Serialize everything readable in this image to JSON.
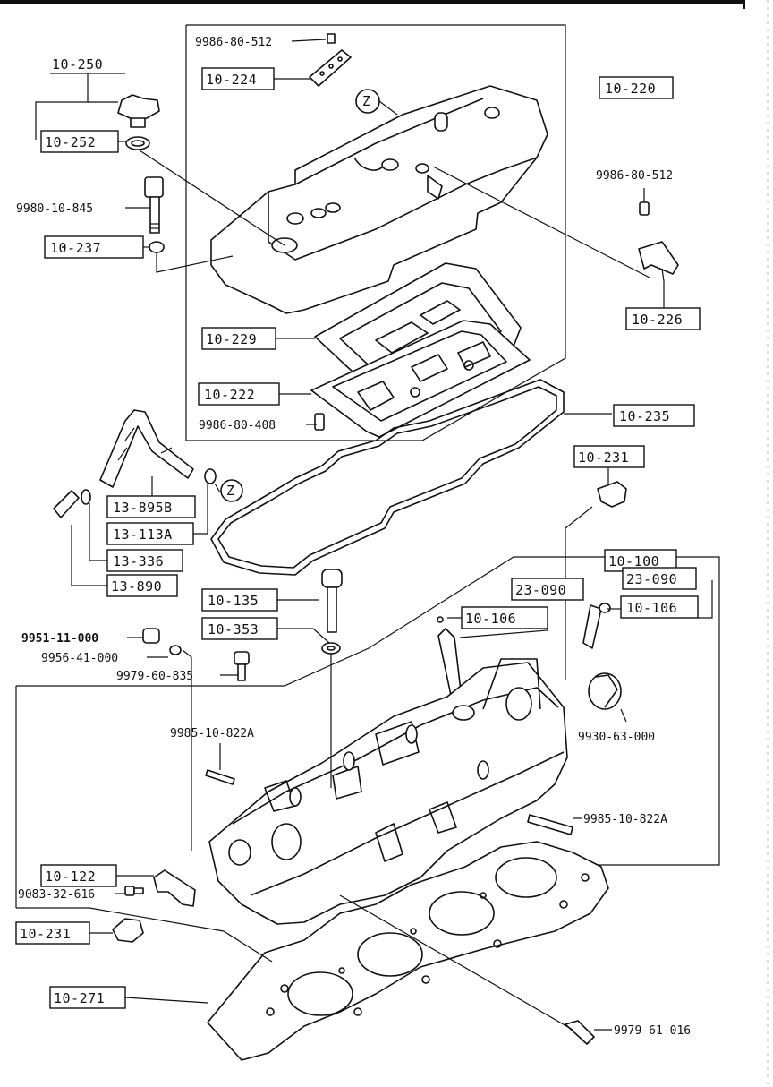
{
  "diagram": {
    "group_label": "10-220",
    "parts": [
      {
        "id": "p1",
        "code": "9986-80-512"
      },
      {
        "id": "p2",
        "code": "10-224"
      },
      {
        "id": "p3",
        "code": "10-250"
      },
      {
        "id": "p4",
        "code": "10-252"
      },
      {
        "id": "p5",
        "code": "9980-10-845"
      },
      {
        "id": "p6",
        "code": "10-237"
      },
      {
        "id": "p7",
        "code": "9986-80-512"
      },
      {
        "id": "p8",
        "code": "10-226"
      },
      {
        "id": "p9",
        "code": "10-229"
      },
      {
        "id": "p10",
        "code": "10-222"
      },
      {
        "id": "p11",
        "code": "9986-80-408"
      },
      {
        "id": "p12",
        "code": "10-235"
      },
      {
        "id": "p13",
        "code": "10-231"
      },
      {
        "id": "p14",
        "code": "13-895B"
      },
      {
        "id": "p15",
        "code": "13-113A"
      },
      {
        "id": "p16",
        "code": "13-336"
      },
      {
        "id": "p17",
        "code": "13-890"
      },
      {
        "id": "p18",
        "code": "10-100"
      },
      {
        "id": "p19",
        "code": "23-090"
      },
      {
        "id": "p20",
        "code": "23-090"
      },
      {
        "id": "p21",
        "code": "10-106"
      },
      {
        "id": "p22",
        "code": "10-106"
      },
      {
        "id": "p23",
        "code": "10-135"
      },
      {
        "id": "p24",
        "code": "10-353"
      },
      {
        "id": "p25",
        "code": "9951-11-000"
      },
      {
        "id": "p26",
        "code": "9956-41-000"
      },
      {
        "id": "p27",
        "code": "9979-60-835"
      },
      {
        "id": "p28",
        "code": "9930-63-000"
      },
      {
        "id": "p29",
        "code": "9985-10-822A"
      },
      {
        "id": "p30",
        "code": "9985-10-822A"
      },
      {
        "id": "p31",
        "code": "10-122"
      },
      {
        "id": "p32",
        "code": "9083-32-616"
      },
      {
        "id": "p33",
        "code": "10-231"
      },
      {
        "id": "p34",
        "code": "10-271"
      },
      {
        "id": "p35",
        "code": "9979-61-016"
      }
    ],
    "ref_marker": "Z"
  }
}
